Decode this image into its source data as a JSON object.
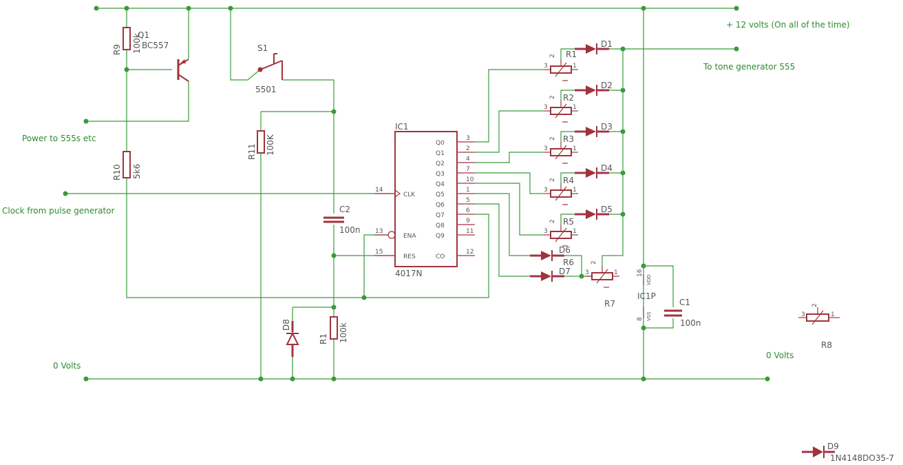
{
  "net_labels": {
    "v12": "+ 12 volts (On all of the time)",
    "tone": "To tone generator 555",
    "power": "Power to 555s etc",
    "clock": "Clock from pulse generator",
    "zero_left": "0 Volts",
    "zero_right": "0 Volts"
  },
  "components": {
    "q1": {
      "name": "Q1",
      "value": "BC557"
    },
    "r9": {
      "name": "R9",
      "value": "100k"
    },
    "r10": {
      "name": "R10",
      "value": "5k6"
    },
    "r11": {
      "name": "R11",
      "value": "100K"
    },
    "r1": {
      "name": "R1",
      "value": "100k"
    },
    "s1": {
      "name": "S1",
      "value": "5501"
    },
    "c2": {
      "name": "C2",
      "value": "100n"
    },
    "c1": {
      "name": "C1",
      "value": "100n"
    },
    "d8": {
      "name": "D8"
    },
    "ic1": {
      "name": "IC1",
      "value": "4017N"
    },
    "ic1p": {
      "name": "IC1P",
      "vdd": "VDD",
      "vss": "VSS",
      "pin_vdd": "16",
      "pin_vss": "8"
    },
    "r8": {
      "name": "R8"
    },
    "d9": {
      "name": "D9",
      "value": "1N4148DO35-7"
    }
  },
  "ic1_pins": {
    "left": [
      {
        "num": "14",
        "name": "CLK"
      },
      {
        "num": "13",
        "name": "ENA"
      },
      {
        "num": "15",
        "name": "RES"
      }
    ],
    "right": [
      {
        "num": "3",
        "name": "Q0"
      },
      {
        "num": "2",
        "name": "Q1"
      },
      {
        "num": "4",
        "name": "Q2"
      },
      {
        "num": "7",
        "name": "Q3"
      },
      {
        "num": "10",
        "name": "Q4"
      },
      {
        "num": "1",
        "name": "Q5"
      },
      {
        "num": "5",
        "name": "Q6"
      },
      {
        "num": "6",
        "name": "Q7"
      },
      {
        "num": "9",
        "name": "Q8"
      },
      {
        "num": "11",
        "name": "Q9"
      },
      {
        "num": "12",
        "name": "CO"
      }
    ]
  },
  "trimmers": [
    {
      "name": "R1_trim",
      "label": "R1"
    },
    {
      "name": "R2",
      "label": "R2"
    },
    {
      "name": "R3",
      "label": "R3"
    },
    {
      "name": "R4",
      "label": "R4"
    },
    {
      "name": "R5",
      "label": "R5"
    },
    {
      "name": "R6",
      "label": "R6"
    },
    {
      "name": "R7",
      "label": "R7"
    }
  ],
  "diodes": [
    "D1",
    "D2",
    "D3",
    "D4",
    "D5",
    "D6",
    "D7"
  ],
  "trimmer_pins": {
    "p1": "1",
    "p2": "2",
    "p3": "3"
  }
}
